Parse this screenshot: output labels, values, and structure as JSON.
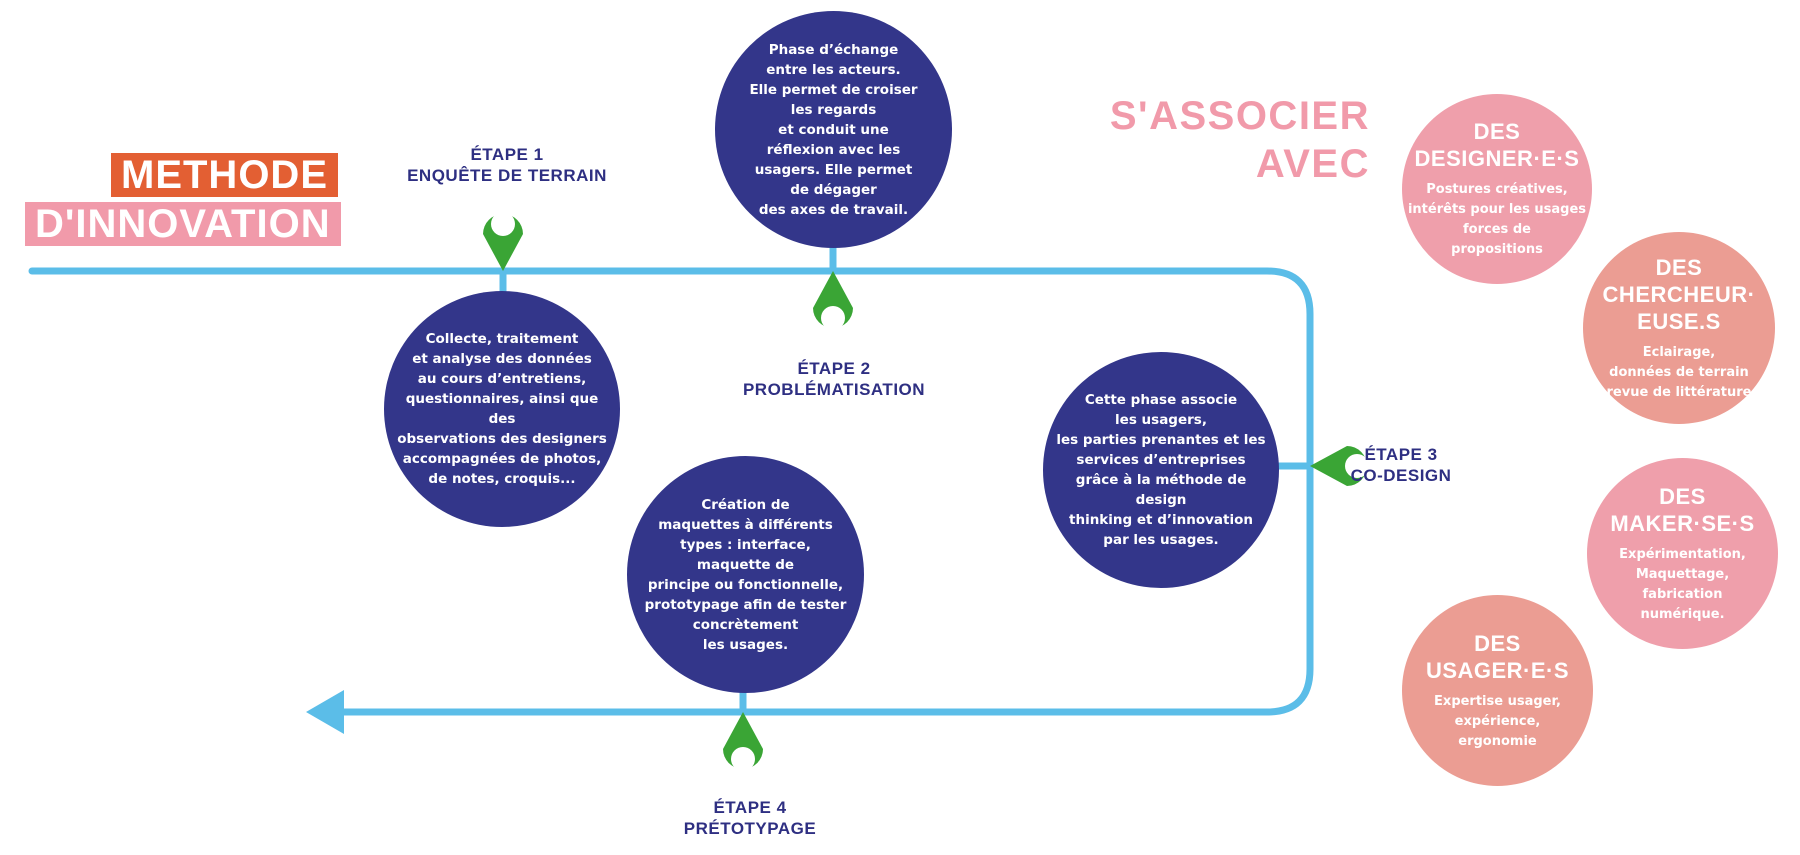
{
  "title": {
    "line1": "METHODE",
    "line2": "D'INNOVATION"
  },
  "colors": {
    "flow_line": "#5bbde8",
    "pin": "#3aa535",
    "bubble": "#33368a",
    "title_orange": "#e35f33",
    "title_pink": "#f19aaa",
    "partner_pink": "#ef9fab",
    "partner_salmon": "#eb9d93"
  },
  "steps": [
    {
      "label_top": "ÉTAPE 1",
      "label_bottom": "ENQUÊTE DE TERRAIN",
      "description": "Collecte, traitement\net analyse des données\nau cours d’entretiens,\nquestionnaires, ainsi que des\nobservations des designers\naccompagnées de photos,\nde notes, croquis..."
    },
    {
      "label_top": "ÉTAPE 2",
      "label_bottom": "PROBLÉMATISATION",
      "description": "Phase d’échange\nentre les acteurs.\nElle permet de croiser\nles regards\net conduit une\nréflexion avec les\nusagers. Elle permet\nde dégager\ndes axes de travail."
    },
    {
      "label_top": "ÉTAPE 3",
      "label_bottom": "CO-DESIGN",
      "description": "Cette phase associe\nles usagers,\nles parties prenantes et les\nservices d’entreprises\ngrâce à la méthode de design\nthinking et d’innovation\npar les usages."
    },
    {
      "label_top": "ÉTAPE 4",
      "label_bottom": "PRÉTOTYPAGE",
      "description": "Création de\nmaquettes à différents\ntypes : interface,\nmaquette de\nprincipe ou fonctionnelle,\nprototypage afin de tester\nconcrètement\nles usages."
    }
  ],
  "associate": {
    "heading_line1": "S'ASSOCIER",
    "heading_line2": "AVEC",
    "partners": [
      {
        "title": "DES\nDESIGNER·E·S",
        "description": "Postures créatives,\nintérêts pour les usages\nforces de\npropositions"
      },
      {
        "title": "DES\nCHERCHEUR·\nEUSE.S",
        "description": "Eclairage,\ndonnées de terrain\nrevue de littérature"
      },
      {
        "title": "DES\nMAKER·SE·S",
        "description": "Expérimentation,\nMaquettage,\nfabrication\nnumérique."
      },
      {
        "title": "DES\nUSAGER·E·S",
        "description": "Expertise usager,\nexpérience,\nergonomie"
      }
    ]
  }
}
